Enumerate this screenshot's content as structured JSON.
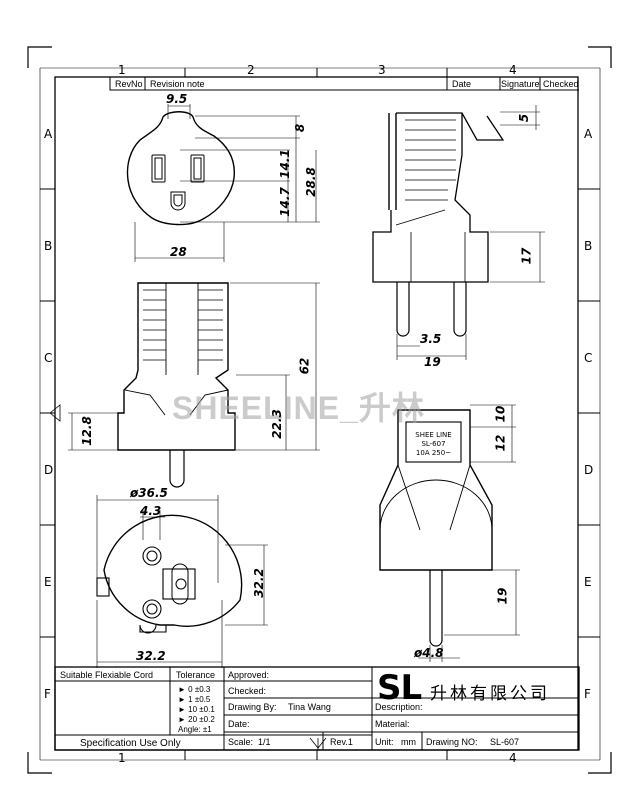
{
  "watermark": "SHEELINE_升林",
  "zones": {
    "top": [
      "1",
      "2",
      "3",
      "4"
    ],
    "bottom": [
      "1",
      "4"
    ],
    "rows": [
      "A",
      "B",
      "C",
      "D",
      "E",
      "F"
    ]
  },
  "revision_header": {
    "revno": "RevNo",
    "note": "Revision note",
    "date": "Date",
    "signature": "Signature",
    "checked": "Checked"
  },
  "dimensions": {
    "socket_top_width": "9.5",
    "socket_top_height": "8",
    "socket_slot_height": "14.1",
    "socket_body_height": "28.8",
    "socket_lower_height": "14.7",
    "socket_width": "28",
    "side_top_offset": "5",
    "side_pin_height": "17",
    "pin_diameter": "3.5",
    "pin_spacing": "19",
    "body_length": "62",
    "body_lower": "22.3",
    "body_offset": "12.8",
    "face_diameter": "ø36.5",
    "face_pin_dia": "4.3",
    "face_height": "32.2",
    "face_width": "32.2",
    "front_top": "10",
    "front_mid": "12",
    "front_pin_length": "19",
    "front_pin_dia": "ø4.8"
  },
  "label_plate": [
    "SHEE LINE",
    "SL-607",
    "10A 250~"
  ],
  "title_block": {
    "cord": "Suitable Flexiable Cord",
    "tolerance": "Tolerance",
    "tolerance_rows": [
      "► 0  ±0.3",
      "► 1  ±0.5",
      "► 10  ±0.1",
      "► 20  ±0.2",
      "Angle: ±1"
    ],
    "spec_use": "Specification Use Only",
    "approved": "Approved:",
    "checked": "Checked:",
    "drawing_by_label": "Drawing By:",
    "drawing_by": "Tina Wang",
    "date": "Date:",
    "scale_label": "Scale:",
    "scale": "1/1",
    "rev": "Rev.1",
    "description": "Description:",
    "material": "Material:",
    "unit_label": "Unit:",
    "unit": "mm",
    "drawing_no_label": "Drawing NO:",
    "drawing_no": "SL-607",
    "logo": "SL",
    "company": "升林有限公司"
  }
}
